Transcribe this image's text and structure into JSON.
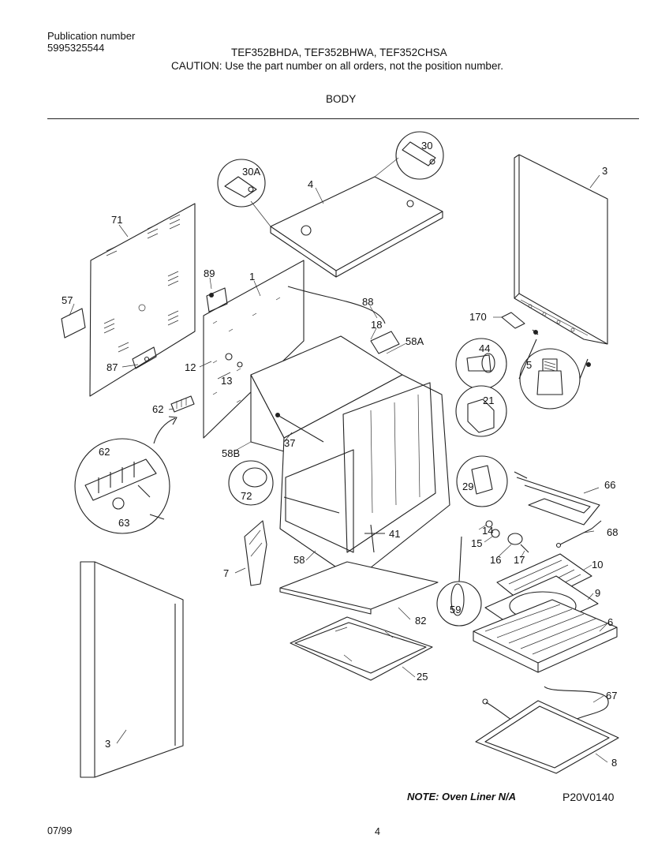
{
  "header": {
    "publication_label": "Publication number",
    "publication_number": "5995325544",
    "models": "TEF352BHDA, TEF352BHWA, TEF352CHSA",
    "caution": "CAUTION:  Use the part number on all orders, not the position number.",
    "section": "BODY"
  },
  "labels": {
    "p30": "30",
    "p30a": "30A",
    "p4": "4",
    "p3_top": "3",
    "p71": "71",
    "p57": "57",
    "p89": "89",
    "p1": "1",
    "p88": "88",
    "p18": "18",
    "p58a": "58A",
    "p170": "170",
    "p44": "44",
    "p5": "5",
    "p87": "87",
    "p12": "12",
    "p13": "13",
    "p21": "21",
    "p62": "62",
    "p37": "37",
    "p58b": "58B",
    "p62_detail": "62",
    "p63": "63",
    "p72": "72",
    "p29": "29",
    "p66": "66",
    "p14": "14",
    "p68": "68",
    "p15": "15",
    "p16": "16",
    "p17": "17",
    "p41": "41",
    "p7": "7",
    "p58": "58",
    "p10": "10",
    "p9": "9",
    "p59": "59",
    "p82": "82",
    "p6": "6",
    "p25": "25",
    "p67": "67",
    "p3_bottom": "3",
    "p8": "8"
  },
  "footer": {
    "note": "NOTE:  Oven Liner N/A",
    "figure_id": "P20V0140",
    "date": "07/99",
    "page": "4"
  }
}
